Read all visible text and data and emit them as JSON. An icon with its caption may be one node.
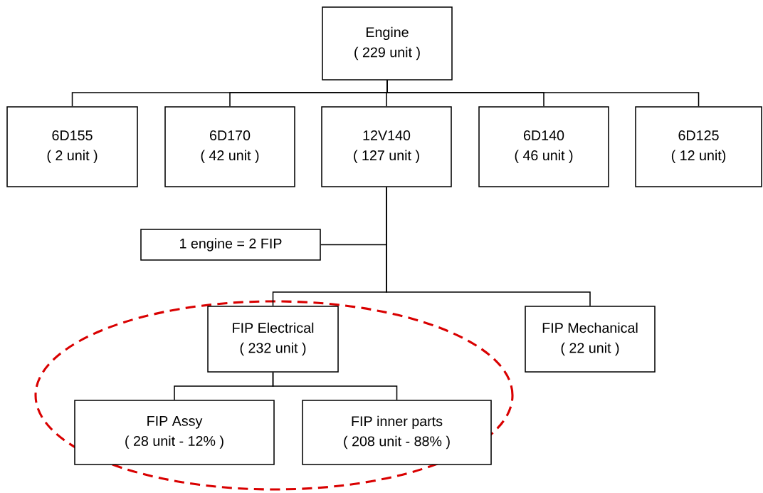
{
  "diagram": {
    "nodes": [
      {
        "text": [
          "Engine",
          "( 229 unit )"
        ]
      },
      {
        "text": [
          "6D155",
          "( 2 unit )"
        ]
      },
      {
        "text": [
          "6D170",
          "( 42 unit )"
        ]
      },
      {
        "text": [
          "12V140",
          "( 127 unit )"
        ]
      },
      {
        "text": [
          "6D140",
          "( 46 unit )"
        ]
      },
      {
        "text": [
          "6D125",
          "( 12 unit)"
        ]
      },
      {
        "text": [
          "1 engine = 2 FIP"
        ]
      },
      {
        "text": [
          "FIP Electrical",
          "( 232 unit )"
        ]
      },
      {
        "text": [
          "FIP Mechanical",
          "( 22 unit )"
        ]
      },
      {
        "text": [
          "FIP Assy",
          "( 28 unit - 12% )"
        ]
      },
      {
        "text": [
          "FIP inner parts",
          "( 208 unit - 88% )"
        ]
      }
    ],
    "edges": [
      {
        "from": 0,
        "to": 1,
        "arrow": "none"
      },
      {
        "from": 0,
        "to": 2,
        "arrow": "none"
      },
      {
        "from": 0,
        "to": 3,
        "arrow": "none"
      },
      {
        "from": 0,
        "to": 4,
        "arrow": "none"
      },
      {
        "from": 0,
        "to": 5,
        "arrow": "none"
      },
      {
        "from": 6,
        "to": null,
        "arrow": "none"
      },
      {
        "from": 3,
        "to": 7,
        "arrow": "none"
      },
      {
        "from": 3,
        "to": 8,
        "arrow": "none"
      },
      {
        "from": 7,
        "to": 9,
        "arrow": "none"
      },
      {
        "from": 7,
        "to": 10,
        "arrow": "none"
      }
    ]
  }
}
